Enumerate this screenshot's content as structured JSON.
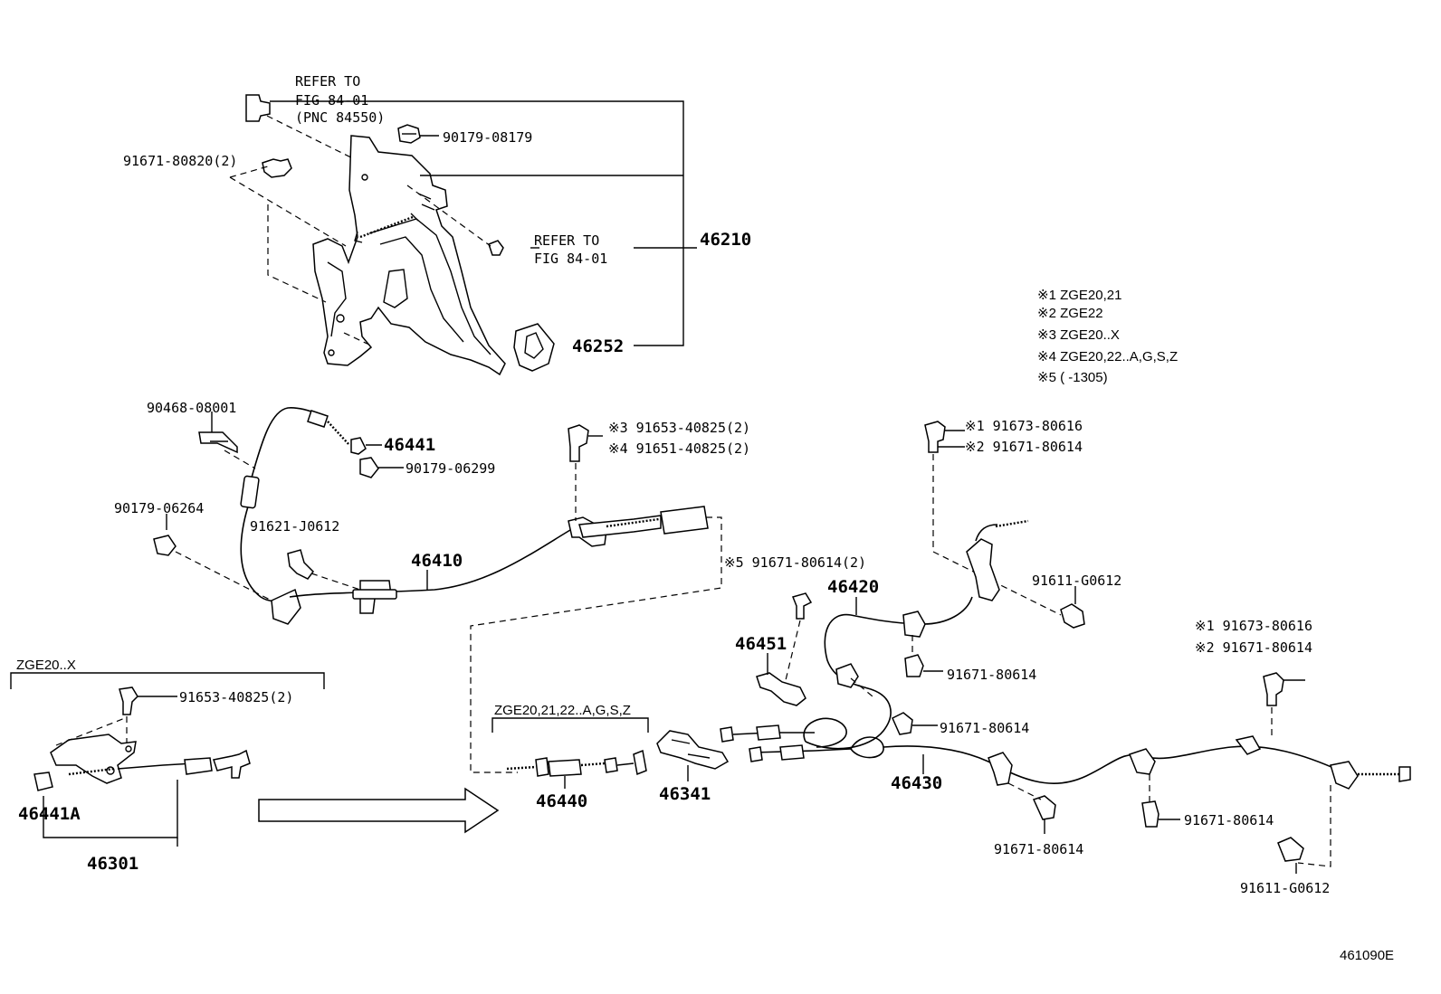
{
  "pedal": {
    "refer1": [
      "REFER TO",
      "FIG 84-01",
      "(PNC 84550)"
    ],
    "refer2": [
      "REFER TO",
      "FIG 84-01"
    ],
    "p1": "90179-08179",
    "p2": "91671-80820(2)",
    "p3": "46210",
    "p4": "46252"
  },
  "legend": {
    "n1": "※1 ZGE20,21",
    "n2": "※2 ZGE22",
    "n3": "※3 ZGE20..X",
    "n4": "※4 ZGE20,22..A,G,S,Z",
    "n5": "※5 (    -1305)"
  },
  "front": {
    "p1": "90468-08001",
    "p2": "46441",
    "p3": "90179-06299",
    "p4": "90179-06264",
    "p5": "91621-J0612",
    "p6": "46410",
    "p7": "※3 91653-40825(2)",
    "p8": "※4 91651-40825(2)",
    "p9": "※5 91671-80614(2)"
  },
  "left_group": {
    "title": "ZGE20..X",
    "p1": "91653-40825(2)",
    "p2": "46441A",
    "p3": "46301"
  },
  "mid_group": {
    "title": "ZGE20,21,22..A,G,S,Z",
    "p1": "46440",
    "p2": "46341"
  },
  "rear": {
    "p1": "※1 91673-80616",
    "p2": "※2 91671-80614",
    "p3": "91611-G0612",
    "p4": "46420",
    "p5": "46451",
    "p6": "91671-80614",
    "p7": "91671-80614",
    "p8": "46430",
    "p9": "91671-80614",
    "p10": "※1 91673-80616",
    "p11": "※2 91671-80614",
    "p12": "91671-80614",
    "p13": "91611-G0612"
  },
  "code": "461090E"
}
